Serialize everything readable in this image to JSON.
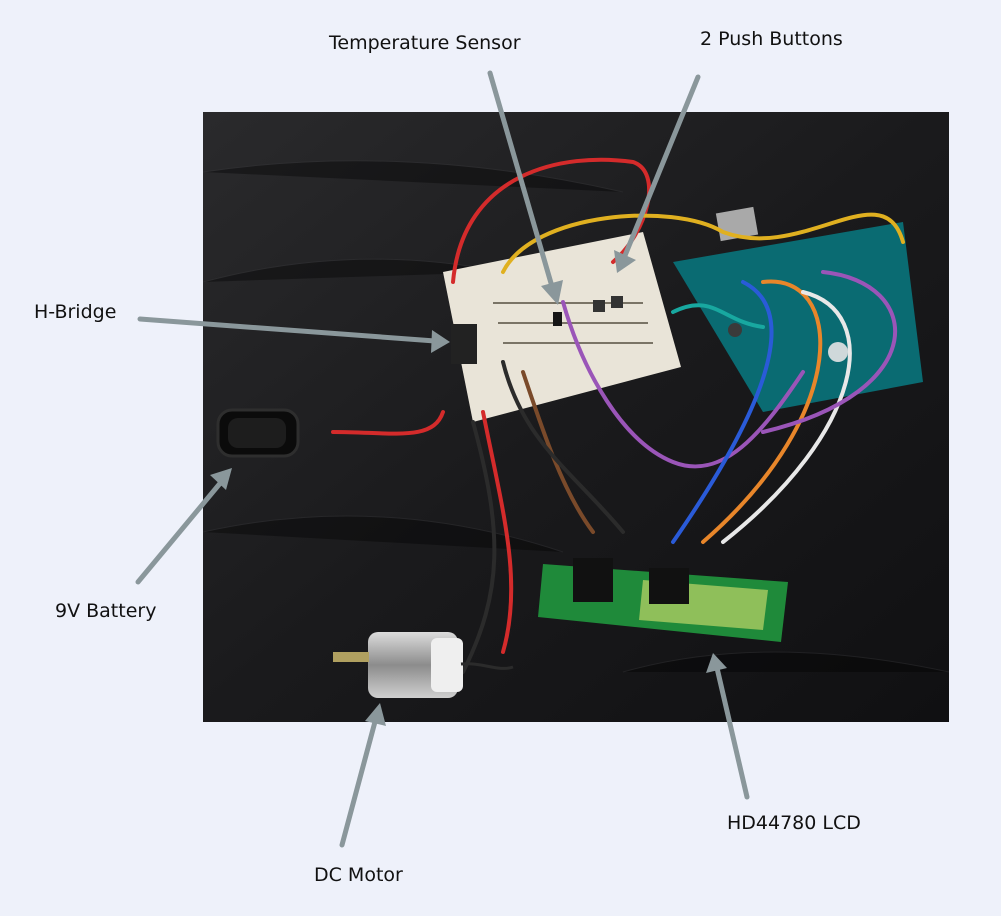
{
  "labels": {
    "temp_sensor": "Temperature Sensor",
    "push_buttons": "2 Push Buttons",
    "h_bridge": "H-Bridge",
    "battery": "9V Battery",
    "dc_motor": "DC Motor",
    "lcd": "HD44780 LCD"
  },
  "colors": {
    "background": "#eef1fa",
    "arrow": "#8a979b",
    "photo_bg": "#1c1c1e"
  }
}
